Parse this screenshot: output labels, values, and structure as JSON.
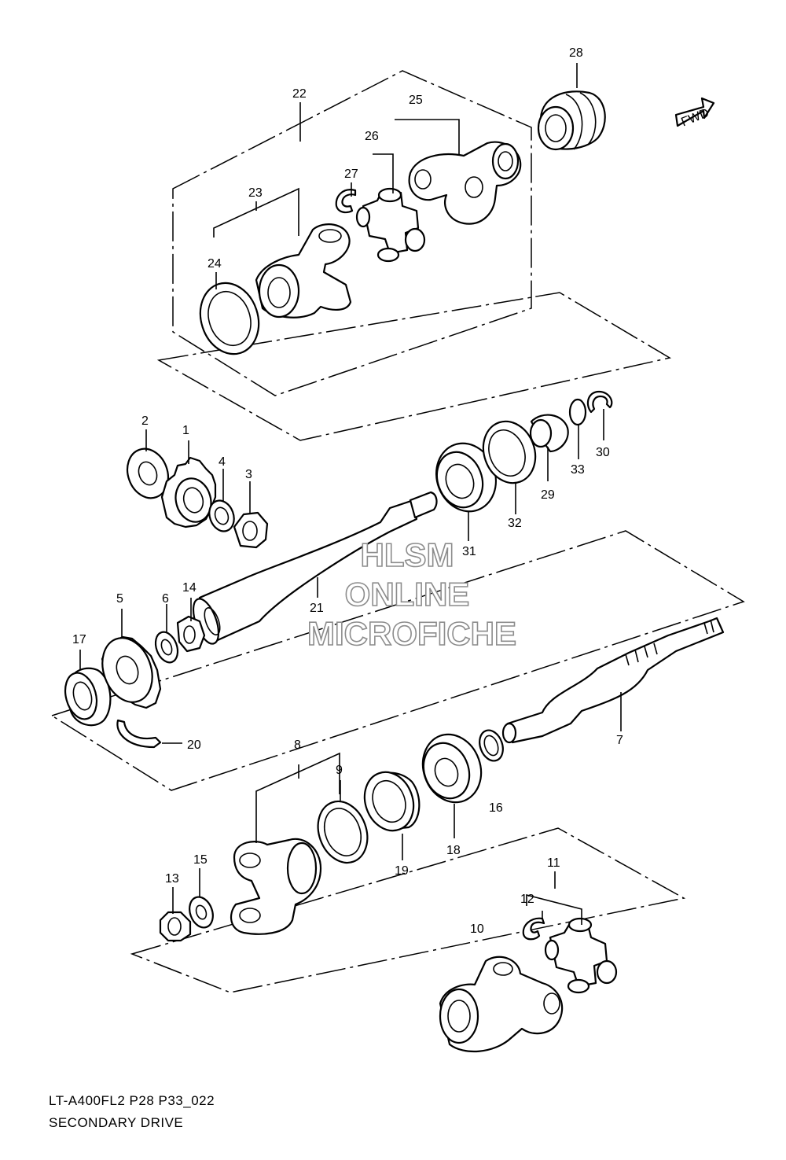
{
  "diagram": {
    "model_code": "LT-A400FL2 P28 P33_022",
    "section_title": "SECONDARY DRIVE",
    "fwd_arrow_label": "FWD",
    "watermark": {
      "line1": "HLSM",
      "line2": "ONLINE",
      "line3": "MICROFICHE",
      "color": "#8c8c8c"
    },
    "callouts": [
      "1",
      "2",
      "3",
      "4",
      "5",
      "6",
      "7",
      "8",
      "9",
      "10",
      "11",
      "12",
      "13",
      "14",
      "15",
      "16",
      "17",
      "18",
      "19",
      "20",
      "21",
      "22",
      "23",
      "24",
      "25",
      "26",
      "27",
      "28",
      "29",
      "30",
      "31",
      "32",
      "33"
    ]
  }
}
